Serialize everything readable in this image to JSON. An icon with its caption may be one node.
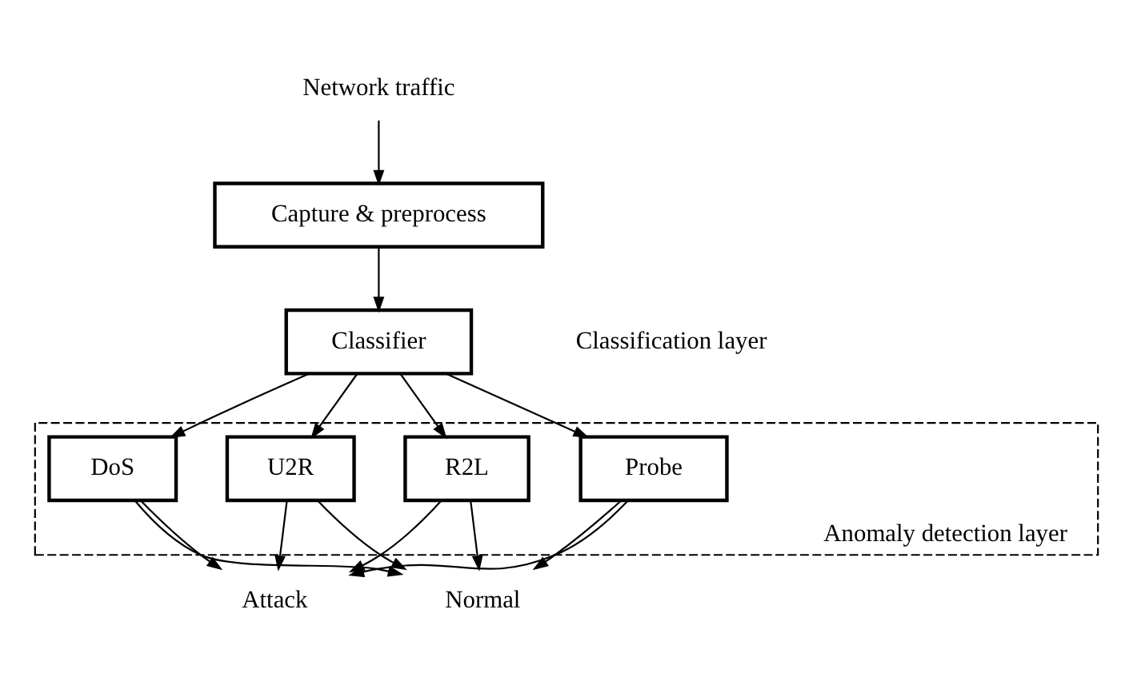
{
  "diagram": {
    "nodes": [
      {
        "text": [
          "Network traffic"
        ]
      },
      {
        "text": [
          "Capture & preprocess"
        ]
      },
      {
        "text": [
          "Classifier"
        ]
      },
      {
        "text": [
          "Anomaly detection layer"
        ]
      },
      {
        "text": [
          "DoS"
        ],
        "in": 3
      },
      {
        "text": [
          "U2R"
        ],
        "in": 3
      },
      {
        "text": [
          "R2L"
        ],
        "in": 3
      },
      {
        "text": [
          "Probe"
        ],
        "in": 3
      },
      {
        "text": [
          "Attack"
        ]
      },
      {
        "text": [
          "Normal"
        ]
      }
    ],
    "edges": [
      {
        "from": 0,
        "to": 1,
        "arrow": "to"
      },
      {
        "from": 1,
        "to": 2,
        "arrow": "to"
      },
      {
        "from": 2,
        "to": 4,
        "arrow": "to"
      },
      {
        "from": 2,
        "to": 5,
        "arrow": "to"
      },
      {
        "from": 2,
        "to": 6,
        "arrow": "to"
      },
      {
        "from": 2,
        "to": 7,
        "arrow": "to"
      },
      {
        "from": 4,
        "to": 8,
        "arrow": "to"
      },
      {
        "from": 4,
        "to": 9,
        "arrow": "to"
      },
      {
        "from": 5,
        "to": 8,
        "arrow": "to"
      },
      {
        "from": 5,
        "to": 9,
        "arrow": "to"
      },
      {
        "from": 6,
        "to": 8,
        "arrow": "to"
      },
      {
        "from": 6,
        "to": 9,
        "arrow": "to"
      },
      {
        "from": 7,
        "to": 8,
        "arrow": "to"
      },
      {
        "from": 7,
        "to": 9,
        "arrow": "to"
      }
    ],
    "labels": [
      "Classification layer"
    ]
  }
}
